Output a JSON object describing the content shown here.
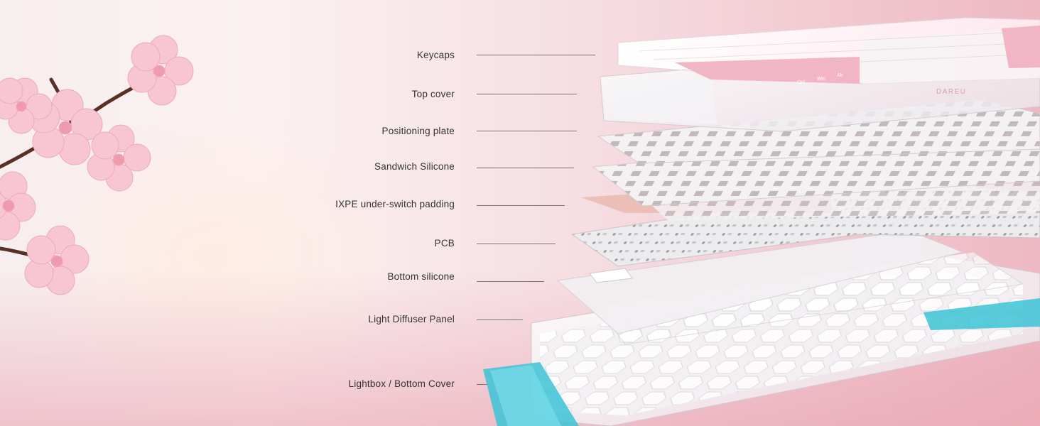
{
  "brand": "DAREU",
  "keycap_legends": [
    "Ctrl",
    "Win",
    "Alt"
  ],
  "components": [
    {
      "label": "Keycaps"
    },
    {
      "label": "Top cover"
    },
    {
      "label": "Positioning plate"
    },
    {
      "label": "Sandwich Silicone"
    },
    {
      "label": "IXPE under-switch padding"
    },
    {
      "label": "PCB"
    },
    {
      "label": "Bottom silicone"
    },
    {
      "label": "Light Diffuser Panel"
    },
    {
      "label": "Lightbox / Bottom Cover"
    }
  ],
  "colors": {
    "background_pink": "#eeb8c2",
    "keycap_pink": "#f2b5c5",
    "accent_cyan": "#3cc3d6",
    "blossom": "#f7c6d2"
  }
}
